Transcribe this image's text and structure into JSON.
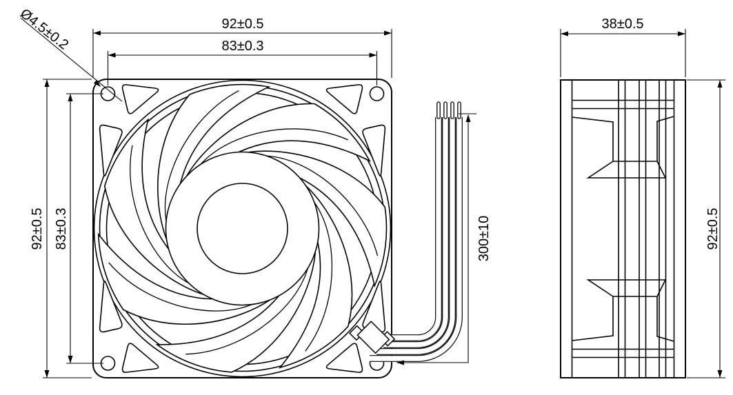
{
  "figure": {
    "type": "engineering line drawing",
    "subject": "axial cooling fan - front view and side view",
    "line_color": "#000000",
    "background_color": "#ffffff",
    "blade_count": 7,
    "mounting_hole_count": 4,
    "lead_wire_count": 4
  },
  "dimensions": {
    "front_width": "92±0.5",
    "front_hole_pitch_x": "83±0.3",
    "front_height": "92±0.5",
    "front_hole_pitch_y": "83±0.3",
    "mounting_hole_diameter": "Ø4.5±0.2",
    "side_depth": "38±0.5",
    "side_height": "92±0.5",
    "wire_length": "300±10"
  }
}
